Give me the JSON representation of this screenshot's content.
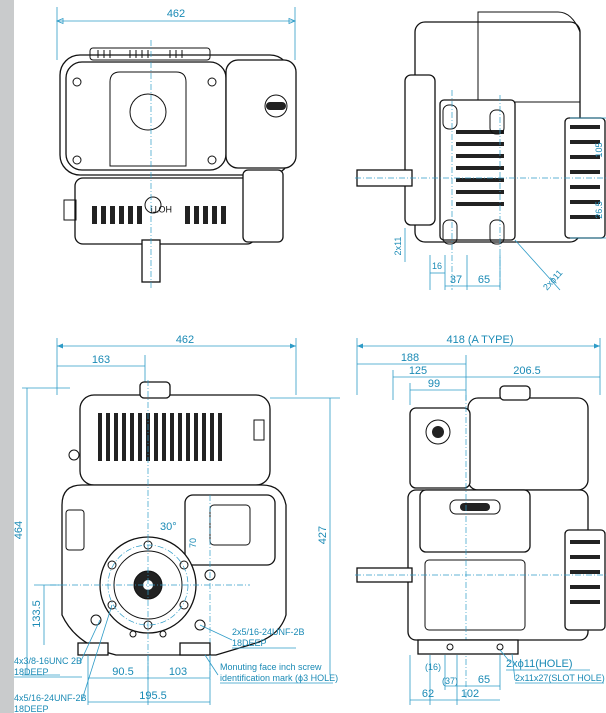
{
  "views": {
    "top_left": {
      "width": "462",
      "casting_text": "HOT!"
    },
    "top_right": {
      "dim_2x11": "2x11",
      "dim_16": "16",
      "dim_37": "37",
      "dim_65": "65",
      "dim_hole": "2xϕ11",
      "dim_right1": "105",
      "dim_right2": "26.5"
    },
    "front": {
      "width": "462",
      "offset": "163",
      "height": "464",
      "height2": "427",
      "dim_133_5": "133.5",
      "dim_90_5": "90.5",
      "dim_103": "103",
      "dim_195_5": "195.5",
      "dim_70": "70",
      "angle_30": "30°",
      "label_tap1": "2x5/16-24UNF-2B",
      "label_tap1_b": "18DEEP",
      "label_mount": "Monuting face inch screw",
      "label_mount_b": "identification mark (ϕ3 HOLE)",
      "label_tap2": "4x3/8-16UNC 2B",
      "label_tap2_b": "18DEEP",
      "label_tap3": "4x5/16-24UNF-2B",
      "label_tap3_b": "18DEEP"
    },
    "side": {
      "width": "418 (A TYPE)",
      "dim_188": "188",
      "dim_125": "125",
      "dim_99": "99",
      "dim_206_5": "206.5",
      "dim_16": "(16)",
      "dim_37": "(37)",
      "dim_65": "65",
      "dim_62": "62",
      "dim_102": "102",
      "label_hole": "2xϕ11(HOLE)",
      "label_slot": "2x11x27(SLOT HOLE)"
    }
  },
  "colors": {
    "dimension": "#1a8ab5",
    "outline": "#111111",
    "strip": "#c9cbcc"
  }
}
